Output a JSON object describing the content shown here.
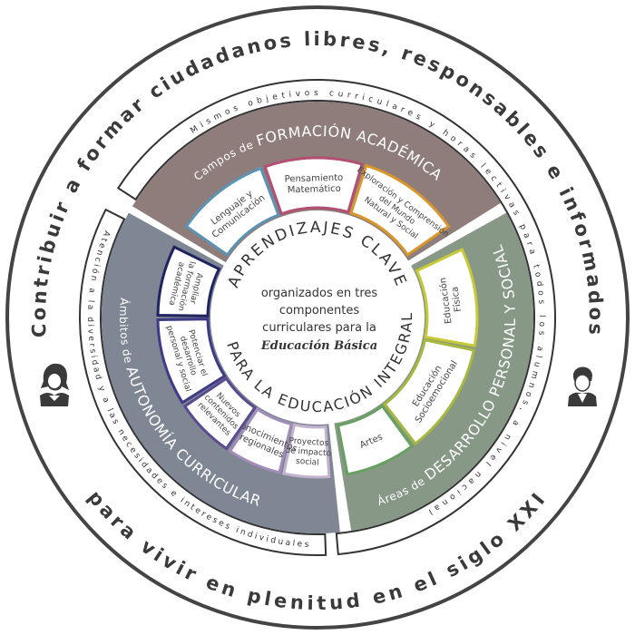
{
  "outer": {
    "top_motto": "Contribuir a formar ciudadanos libres, responsables e informados",
    "bottom_motto": "para vivir en plenitud en el siglo XXI"
  },
  "rings": {
    "shared": "Mismos objetivos curriculares y horas lectivas para todos los alumnos, a nivel nacional",
    "diversity": "Atención a la diversidad y a las necesidades e intereses individuales"
  },
  "core": {
    "title_top": "APRENDIZAJES CLAVE",
    "title_bottom": "PARA LA EDUCACIÓN INTEGRAL",
    "description_lines": [
      "organizados en tres",
      "componentes",
      "curriculares para la"
    ],
    "description_emphasis": "Educación Básica"
  },
  "components": [
    {
      "id": "formacion",
      "prefix": "Campos de ",
      "name": "FORMACIÓN ACADÉMICA",
      "color": "#8f7d7c",
      "boxes": [
        {
          "lines": [
            "Lenguaje y",
            "Comunicación"
          ],
          "color": "#5b93b5"
        },
        {
          "lines": [
            "Pensamiento",
            "Matemático"
          ],
          "color": "#b24f72"
        },
        {
          "lines": [
            "Exploración y Comprensión",
            "del Mundo",
            "Natural y Social"
          ],
          "color": "#d9962a"
        }
      ]
    },
    {
      "id": "desarrollo",
      "prefix": "Áreas de ",
      "name": "DESARROLLO PERSONAL Y SOCIAL",
      "color": "#879886",
      "boxes": [
        {
          "lines": [
            "Educación",
            "Física"
          ],
          "color": "#c8c935"
        },
        {
          "lines": [
            "Educación",
            "Socioemocional"
          ],
          "color": "#a6b83e"
        },
        {
          "lines": [
            "Artes"
          ],
          "color": "#67a062"
        }
      ]
    },
    {
      "id": "autonomia",
      "prefix": "Ámbitos de ",
      "name": "AUTONOMÍA CURRICULAR",
      "color": "#7f8794",
      "boxes": [
        {
          "lines": [
            "Proyectos",
            "de impacto",
            "social"
          ],
          "color": "#c3b3cf"
        },
        {
          "lines": [
            "Conocimientos",
            "regionales"
          ],
          "color": "#a28dba"
        },
        {
          "lines": [
            "Nuevos",
            "contenidos",
            "relevantes"
          ],
          "color": "#5a4a8e"
        },
        {
          "lines": [
            "Potenciar el",
            "desarrollo",
            "personal y social"
          ],
          "color": "#3e3a86"
        },
        {
          "lines": [
            "Ampliar",
            "la formación",
            "académica"
          ],
          "color": "#1f2461"
        }
      ]
    }
  ],
  "icons": {
    "left": "student-girl-icon",
    "right": "student-boy-icon"
  }
}
